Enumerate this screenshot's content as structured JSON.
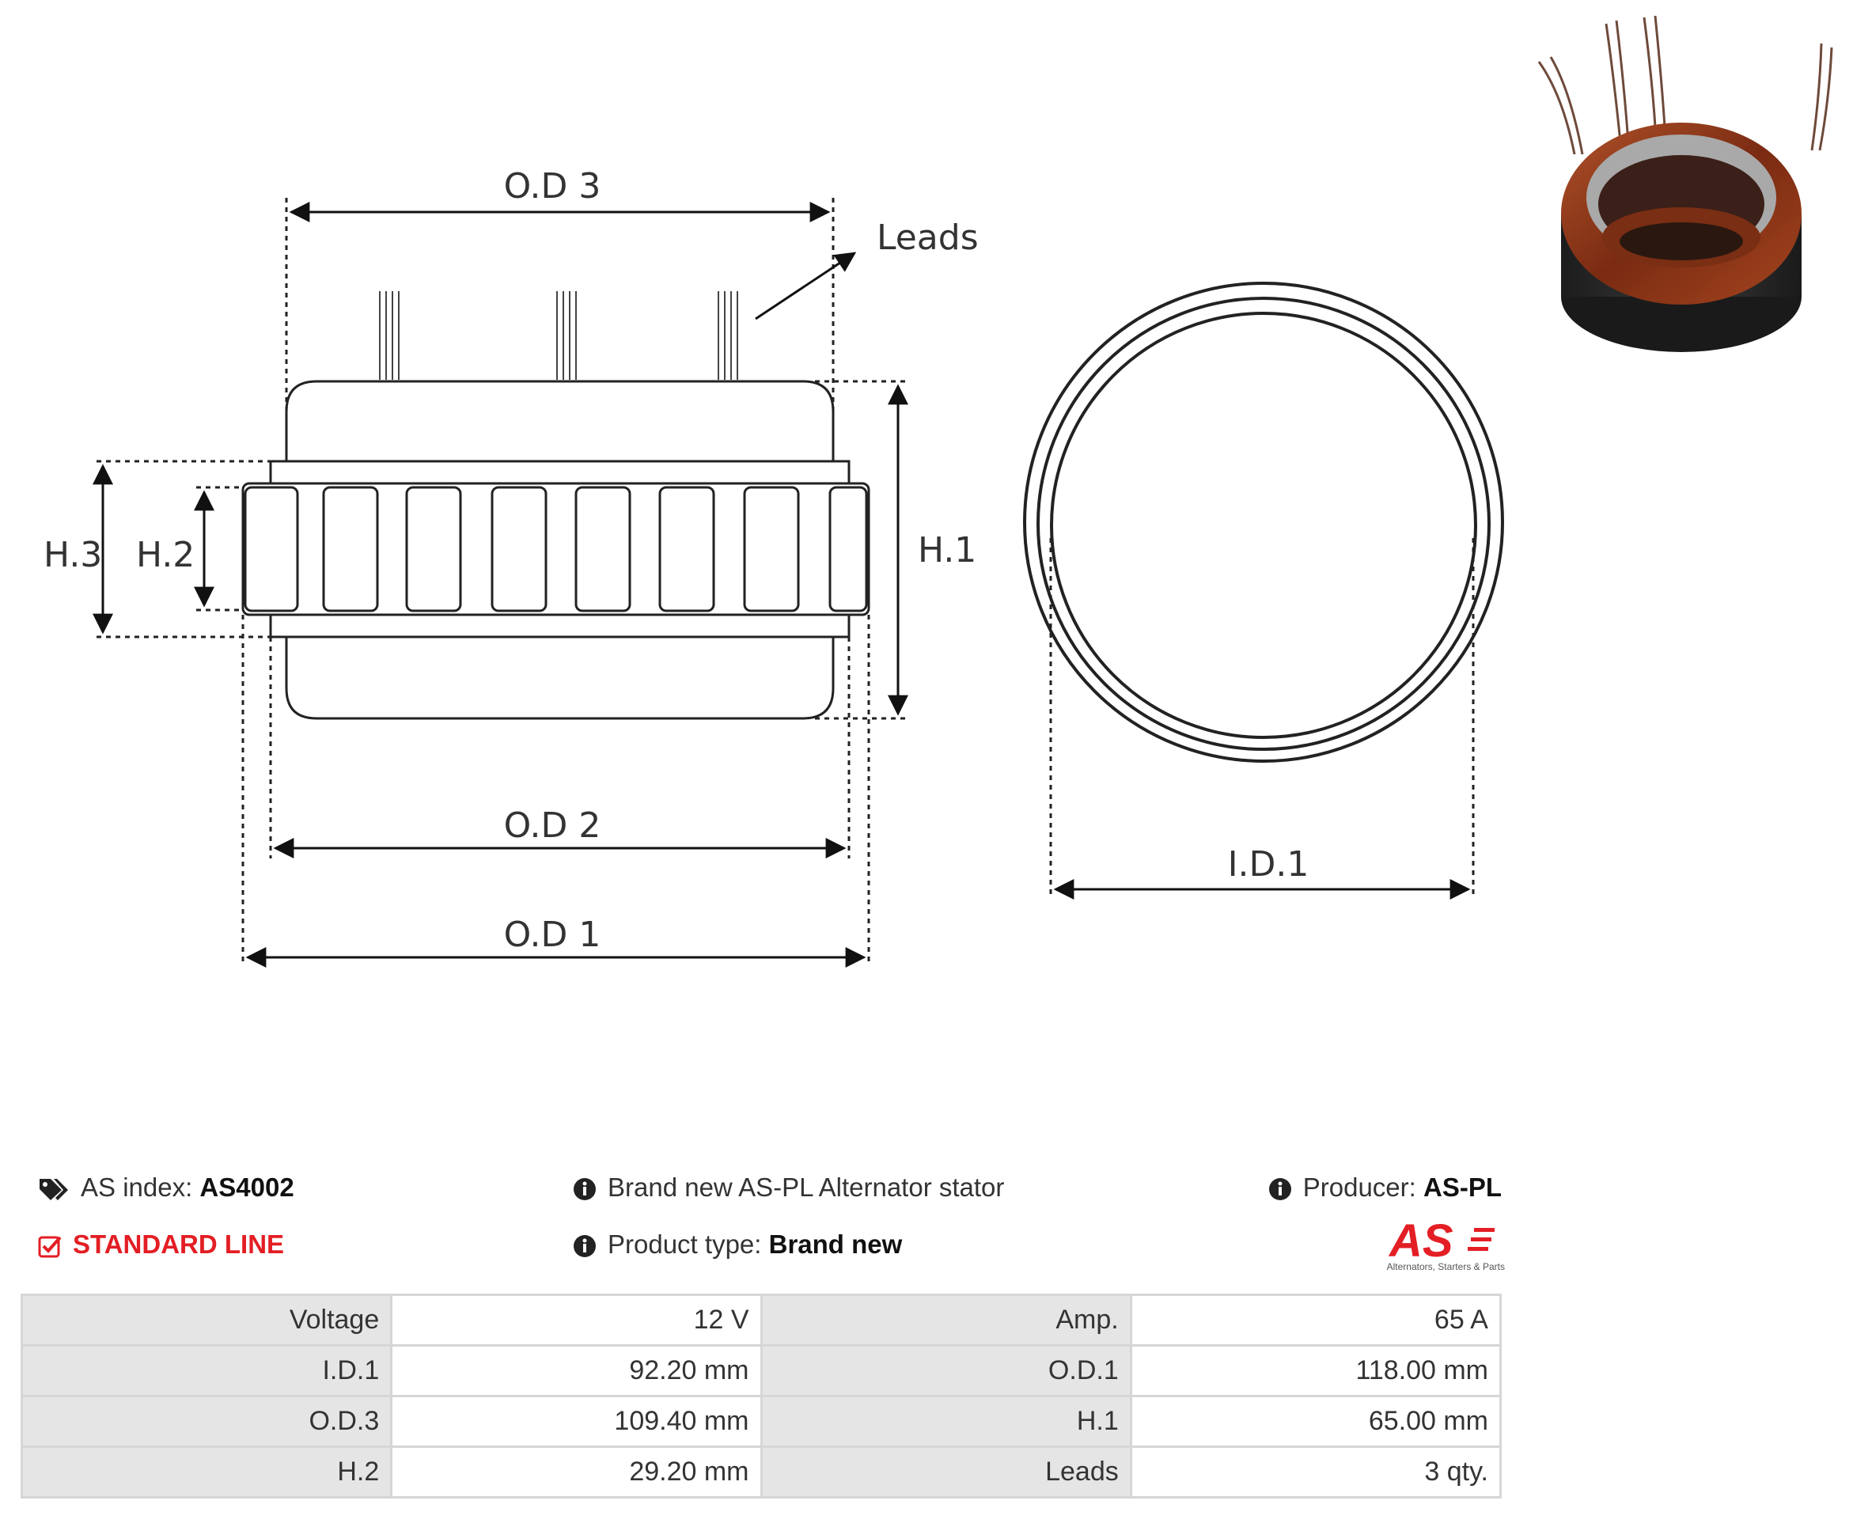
{
  "drawing": {
    "labels": {
      "od3": "O.D 3",
      "od2": "O.D 2",
      "od1": "O.D 1",
      "id1": "I.D.1",
      "h1": "H.1",
      "h2": "H.2",
      "h3": "H.3",
      "leads": "Leads"
    }
  },
  "info": {
    "as_index_label": "AS index:",
    "as_index_value": "AS4002",
    "standard_line": "STANDARD LINE",
    "description": "Brand new AS-PL Alternator stator",
    "product_type_label": "Product type:",
    "product_type_value": "Brand new",
    "producer_label": "Producer:",
    "producer_value": "AS-PL",
    "icons": [
      "tags-icon",
      "checkbox-icon",
      "info-icon"
    ],
    "accent_color": "#e31e24"
  },
  "logo": {
    "mark": "AS",
    "tagline": "Alternators, Starters & Parts"
  },
  "specs": [
    {
      "k1": "Voltage",
      "v1": "12 V",
      "k2": "Amp.",
      "v2": "65 A"
    },
    {
      "k1": "I.D.1",
      "v1": "92.20 mm",
      "k2": "O.D.1",
      "v2": "118.00 mm"
    },
    {
      "k1": "O.D.3",
      "v1": "109.40 mm",
      "k2": "H.1",
      "v2": "65.00 mm"
    },
    {
      "k1": "H.2",
      "v1": "29.20 mm",
      "k2": "Leads",
      "v2": "3 qty."
    }
  ]
}
